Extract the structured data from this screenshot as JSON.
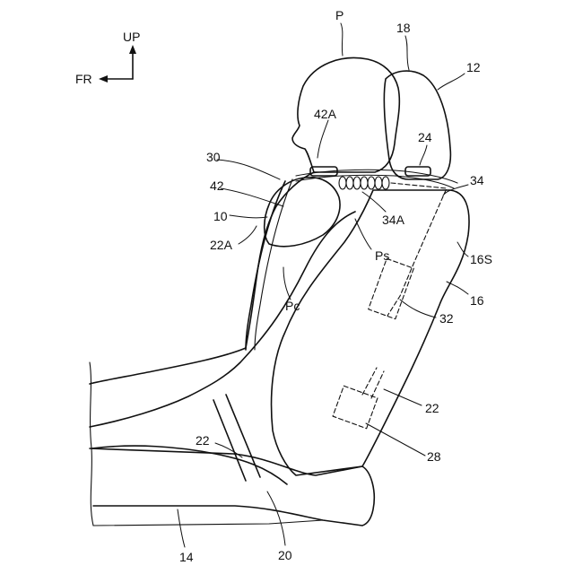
{
  "figure": {
    "direction_labels": {
      "up": "UP",
      "front": "FR"
    },
    "reference_labels": {
      "occupant": "P",
      "headrest": "18",
      "seat": "12",
      "side_airbag_chamber": "42A",
      "airbag_module": "24",
      "airbag_device": "30",
      "cushion_portion": "42",
      "tether": "34",
      "tether_part": "34A",
      "outer_panel": "10",
      "inner_edge": "22A",
      "side_surface": "16S",
      "seatback": "16",
      "occupant_shoulder": "Ps",
      "occupant_chest": "Pc",
      "inflator": "32",
      "seatbelt_upper": "22",
      "seatbelt_lower": "22",
      "buckle": "28",
      "seat_cushion": "14",
      "anchor": "20"
    }
  }
}
